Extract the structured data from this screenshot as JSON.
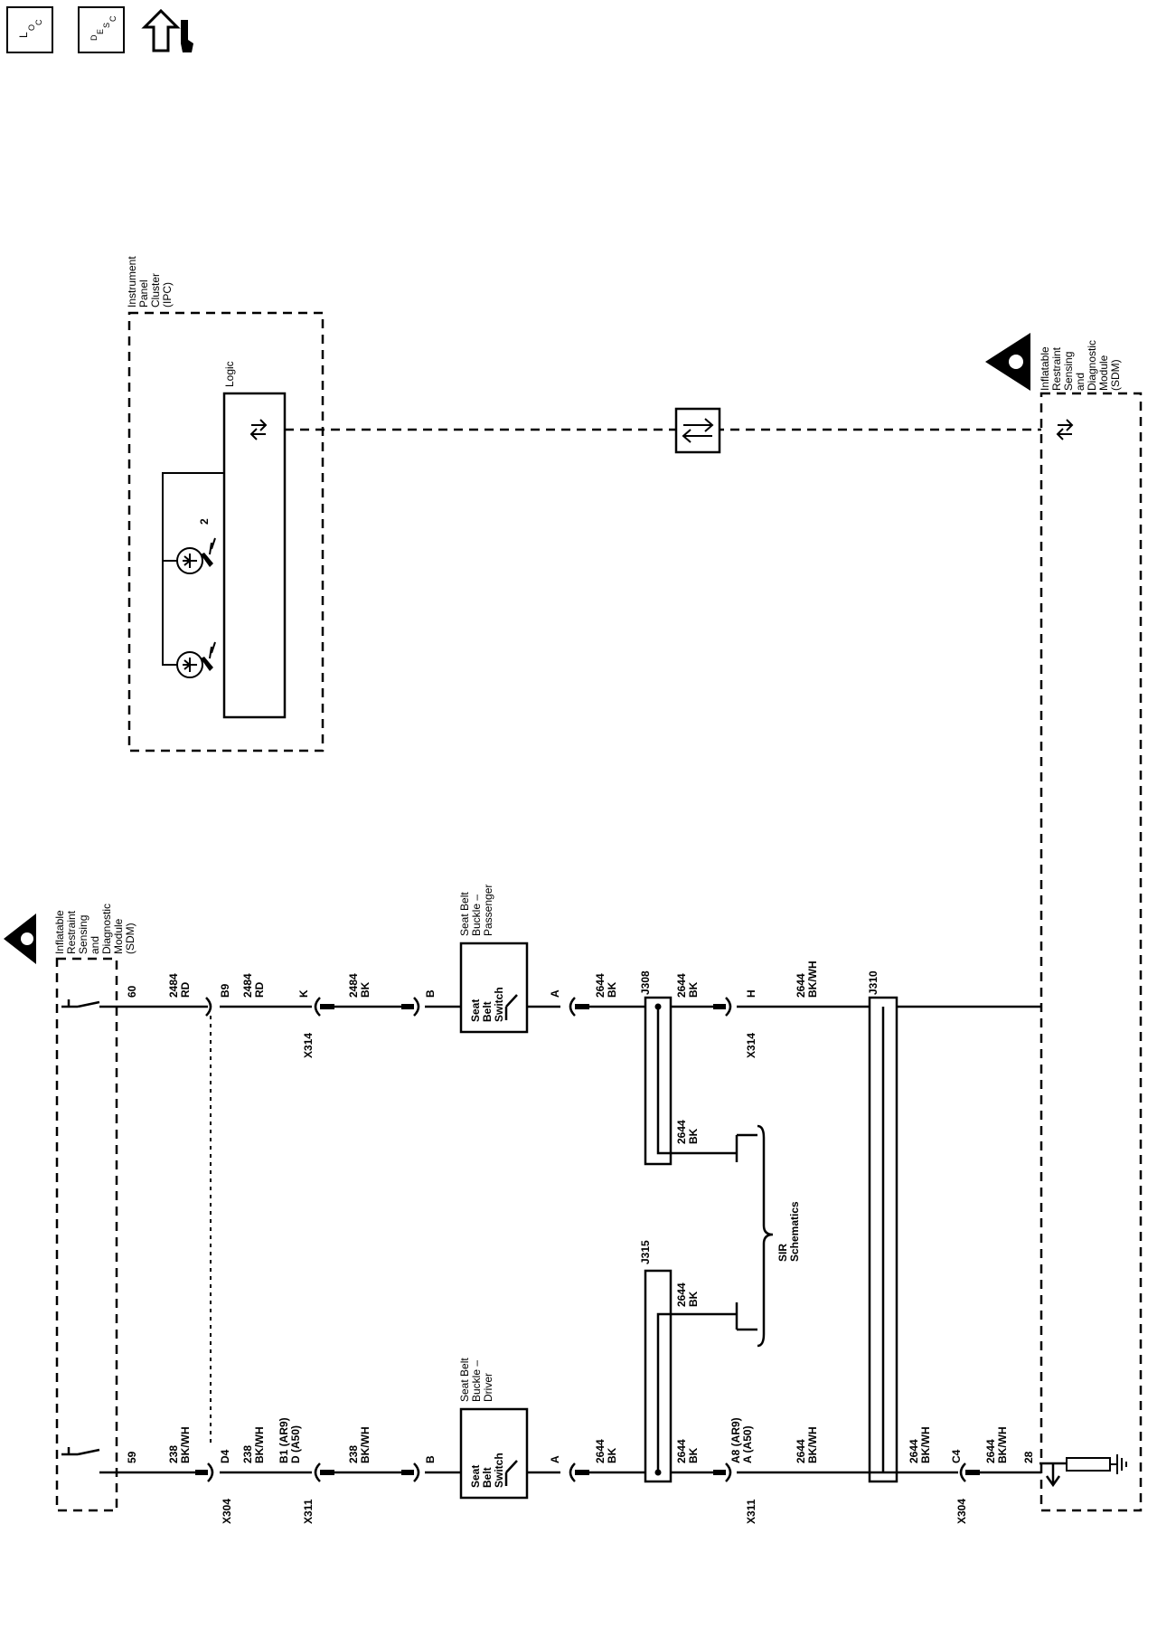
{
  "toolbar": {
    "location_label": [
      "L",
      "O",
      "C"
    ],
    "description_label": [
      "D",
      "E",
      "S",
      "C"
    ],
    "connector_icon": "connector-end-view-icon"
  },
  "modules": {
    "ipc": {
      "title": [
        "Instrument",
        "Panel",
        "Cluster",
        "(IPC)"
      ],
      "logic": "Logic",
      "indicator_2": "2"
    },
    "sdm_left": {
      "title": [
        "Inflatable",
        "Restraint",
        "Sensing",
        "and",
        "Diagnostic",
        "Module",
        "(SDM)"
      ]
    },
    "sdm_right": {
      "title": [
        "Inflatable",
        "Restraint",
        "Sensing",
        "and",
        "Diagnostic",
        "Module",
        "(SDM)"
      ]
    }
  },
  "switches": {
    "passenger": {
      "title": [
        "Seat Belt",
        "Buckle –",
        "Passenger"
      ],
      "body": [
        "Seat",
        "Belt",
        "Switch"
      ]
    },
    "driver": {
      "title": [
        "Seat Belt",
        "Buckle –",
        "Driver"
      ],
      "body": [
        "Seat",
        "Belt",
        "Switch"
      ]
    }
  },
  "reference": {
    "sir": [
      "SIR",
      "Schematics"
    ]
  },
  "passenger_circuit": {
    "sdm_pin": "60",
    "wire1": [
      "2484",
      "RD"
    ],
    "x304_pin": "B9",
    "wire2": [
      "2484",
      "RD"
    ],
    "x314_pin_k": "K",
    "x314_label": "X314",
    "wire3": [
      "2484",
      "BK"
    ],
    "switch_pin_b": "B",
    "switch_pin_a": "A",
    "wire4": [
      "2644",
      "BK"
    ],
    "splice": "J308",
    "wire5": [
      "2644",
      "BK"
    ],
    "x314_pin_h": "H",
    "x314_label2": "X314",
    "wire6": [
      "2644",
      "BK/WH"
    ],
    "splice2": "J310",
    "sir_wire": [
      "2644",
      "BK"
    ]
  },
  "driver_circuit": {
    "sdm_pin": "59",
    "wire1": [
      "238",
      "BK/WH"
    ],
    "x304_pin": "D4",
    "x304_label": "X304",
    "wire2": [
      "238",
      "BK/WH"
    ],
    "x311_pin": [
      "B1 (AR9)",
      "D (A50)"
    ],
    "x311_label": "X311",
    "wire3": [
      "238",
      "BK/WH"
    ],
    "switch_pin_b": "B",
    "switch_pin_a": "A",
    "wire4": [
      "2644",
      "BK"
    ],
    "splice": "J315",
    "wire5": [
      "2644",
      "BK"
    ],
    "x311_pin2": [
      "A8 (AR9)",
      "A (A50)"
    ],
    "x311_label2": "X311",
    "wire6": [
      "2644",
      "BK/WH"
    ],
    "wire7": [
      "2644",
      "BK/WH"
    ],
    "x304_pin2": "C4",
    "x304_label2": "X304",
    "wire8": [
      "2644",
      "BK/WH"
    ],
    "sdm_pin2": "28",
    "sir_wire": [
      "2644",
      "BK"
    ]
  }
}
